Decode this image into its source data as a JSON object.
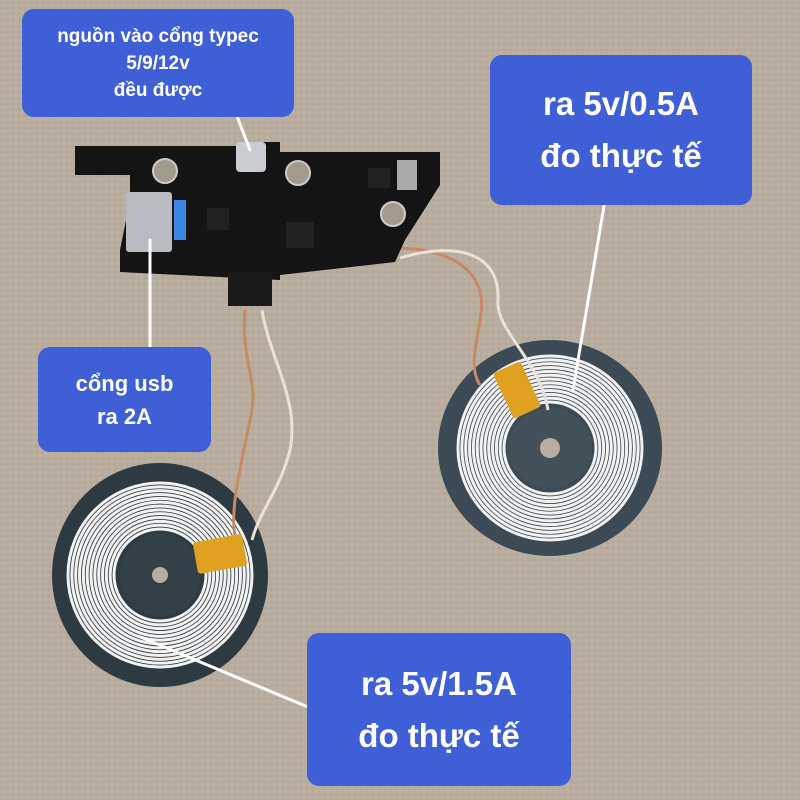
{
  "scene": {
    "description": "Wireless charging transmitter PCB with two TX coils, annotated with Vietnamese callouts",
    "colors": {
      "background": "#b9ad9f",
      "callout": "#3e5fd6",
      "callout_text": "#ffffff",
      "pcb": "#141414",
      "coil_base": "#3c4a55",
      "coil_winding": "#f2f2f2",
      "kapton_tape": "#e0a020",
      "copper_wire": "#c68a64"
    }
  },
  "callouts": {
    "typec_input": {
      "lines": [
        "nguồn vào cổng typec",
        "5/9/12v",
        "đều được"
      ]
    },
    "small_coil_output": {
      "lines": [
        "ra 5v/0.5A",
        "đo thực tế"
      ]
    },
    "usb_port": {
      "lines": [
        "cổng usb",
        "ra 2A"
      ]
    },
    "large_coil_output": {
      "lines": [
        "ra 5v/1.5A",
        "đo thực tế"
      ]
    }
  }
}
